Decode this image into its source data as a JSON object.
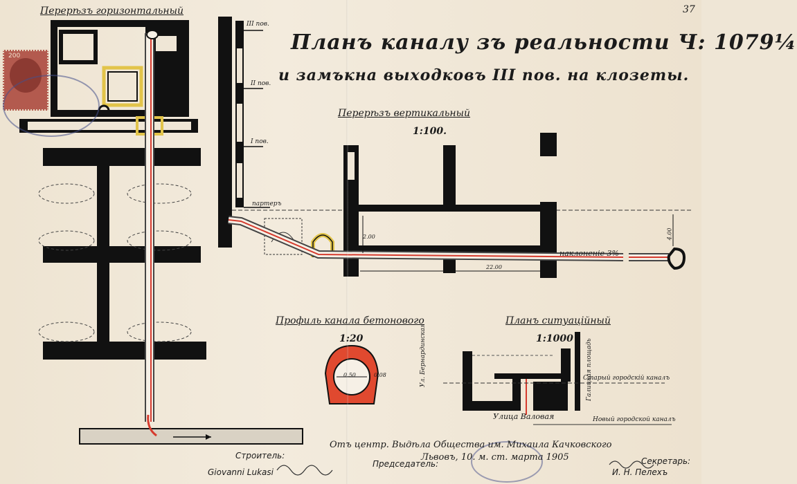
{
  "page_number": "37",
  "title_line1": "Планъ каналу зъ реальности Ч: 1079¼",
  "title_line2": "и замъкна выходковъ III пов. на клозеты.",
  "sections": {
    "horizontal": "Перерѣзъ горизонтальный",
    "vertical": "Перерѣзъ вертикальный",
    "vertical_scale": "1:100.",
    "profile": "Профиль канала бетонового",
    "profile_scale": "1:20",
    "situational": "Планъ ситуаційный",
    "situational_scale": "1:1000"
  },
  "floor_labels": {
    "third": "III пов.",
    "second": "II пов.",
    "first": "I пов.",
    "ground": "партеръ"
  },
  "measurements": {
    "slope": "наклоненіе 3%",
    "length": "22.00",
    "height_left": "2.00",
    "height_right": "4.00",
    "profile_inner": "0.50",
    "profile_side": "0.08"
  },
  "map_labels": {
    "street_bernardine": "Ул. Бернардинская",
    "street_valova": "Улица Валовая",
    "square": "Галицкая площадь",
    "old_canal": "Старый городскій каналъ",
    "new_canal": "Новый городской каналъ"
  },
  "footer": {
    "org_line": "Отъ центр. Выдѣла Общества им. Михаила Качковского",
    "place_date": "Львовъ, 10. м. ст. марта 1905",
    "chairman_label": "Председатель:",
    "secretary_label": "Секретарь:",
    "builder_label": "Строитель:",
    "builder_signature": "Giovanni Lukasi",
    "secretary_signature": "И. Н. Пелехъ"
  },
  "stamp_value": "200"
}
